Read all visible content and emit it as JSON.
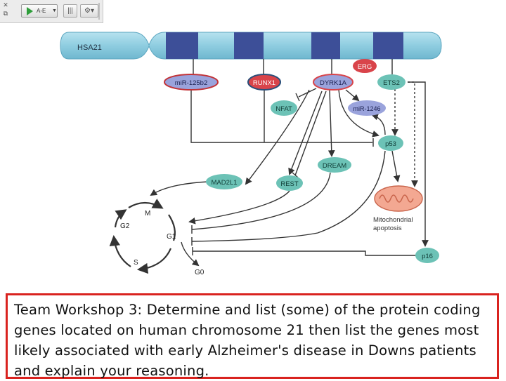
{
  "toolbar": {
    "play_label": "A-E",
    "icons": [
      "close-icon",
      "restore-icon",
      "play-icon",
      "dropdown-caret-icon",
      "bars-icon",
      "gear-icon"
    ]
  },
  "diagram": {
    "chromosome_label": "HSA21",
    "nodes": {
      "mir125b2": "miR-125b2",
      "runx1": "RUNX1",
      "dyrk1a": "DYRK1A",
      "erg": "ERG",
      "ets2": "ETS2",
      "nfat": "NFAT",
      "mir1246": "miR-1246",
      "p53": "p53",
      "dream": "DREAM",
      "mad2l1": "MAD2L1",
      "rest": "REST",
      "p16": "p16"
    },
    "mitochondria_label_line1": "Mitochondrial",
    "mitochondria_label_line2": "apoptosis",
    "cell_cycle": {
      "m": "M",
      "g2": "G2",
      "g1": "G1",
      "s": "S",
      "g0": "G0"
    },
    "colors": {
      "chromosome": "#8fcde0",
      "band": "#3d4f98",
      "teal_node": "#6cc2b6",
      "red_node": "#d9444a",
      "lavender_node": "#9aa3dc",
      "line": "#333333"
    }
  },
  "caption": {
    "text": "Team Workshop 3: Determine and list (some) of the protein coding genes located on human chromosome 21 then list the genes most likely associated with early Alzheimer's disease in Downs patients and explain your reasoning."
  }
}
